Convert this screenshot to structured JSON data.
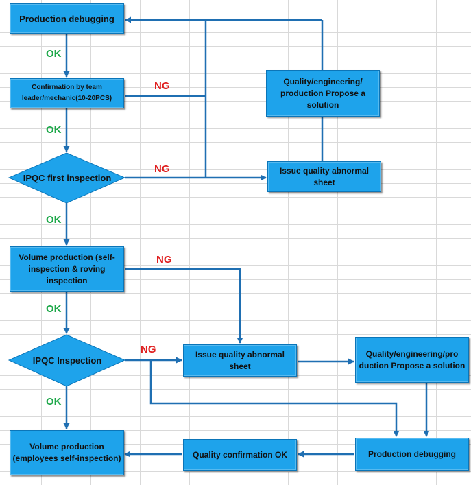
{
  "nodes": {
    "production_debugging_top": "Production debugging",
    "confirmation": "Confirmation  by team leader/mechanic(10-20PCS)",
    "ipqc_first_inspection": "IPQC first inspection",
    "volume_production_self_roving": "Volume production (self-inspection & roving inspection",
    "ipqc_inspection": "IPQC Inspection",
    "volume_production_employees": "Volume production (employees self-inspection)",
    "quality_solution_top": "Quality/engineering/ production  Propose a solution",
    "issue_sheet_top": "Issue quality abnormal sheet",
    "issue_sheet_mid": "Issue quality abnormal sheet",
    "quality_solution_mid": "Quality/engineering/pro duction  Propose a solution",
    "production_debugging_bottom": "Production debugging",
    "quality_confirmation_ok": "Quality confirmation OK"
  },
  "edge_labels": {
    "ok_1": "OK",
    "ok_2": "OK",
    "ok_3": "OK",
    "ok_4": "OK",
    "ok_5": "OK",
    "ng_1": "NG",
    "ng_2": "NG",
    "ng_3": "NG",
    "ng_4": "NG"
  },
  "colors": {
    "node_fill": "#1ea3eb",
    "node_border": "#0b75b8",
    "connector": "#1f6fb2",
    "ok_label": "#1ea84a",
    "ng_label": "#e02020"
  }
}
